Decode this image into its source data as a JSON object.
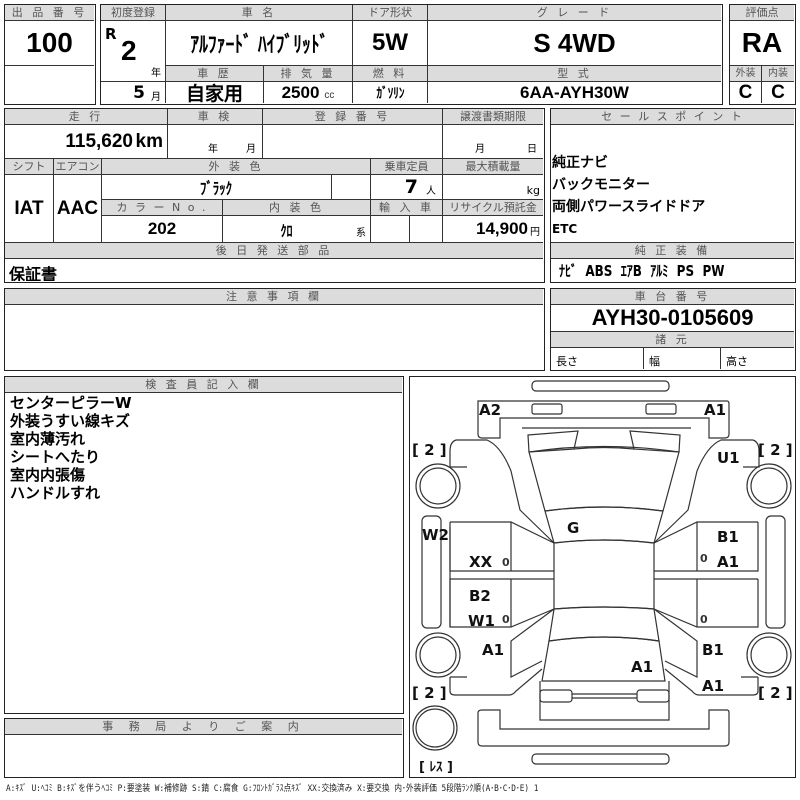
{
  "lot": {
    "label": "出 品 番 号",
    "value": "100"
  },
  "registration": {
    "label": "初度登録",
    "era": "R",
    "year": "2",
    "year_unit": "年",
    "month": "5",
    "month_unit": "月"
  },
  "car_name": {
    "label": "車 名",
    "value": "ｱﾙﾌｧｰﾄﾞ ﾊｲﾌﾞﾘｯﾄﾞ"
  },
  "door": {
    "label": "ドア形状",
    "value": "5W"
  },
  "grade": {
    "label": "グ レ ー ド",
    "value": "S 4WD"
  },
  "score": {
    "label": "評価点",
    "value": "RA",
    "exterior_label": "外装",
    "interior_label": "内装",
    "exterior": "C",
    "interior": "C"
  },
  "history": {
    "label": "車 歴",
    "value": "自家用"
  },
  "displacement": {
    "label": "排 気 量",
    "value": "2500",
    "unit": "cc"
  },
  "fuel": {
    "label": "燃 料",
    "value": "ｶﾞｿﾘﾝ"
  },
  "model": {
    "label": "型 式",
    "value": "6AA-AYH30W"
  },
  "mileage": {
    "label": "走 行",
    "value": "115,620",
    "unit": "km"
  },
  "inspection": {
    "label": "車 検",
    "year_unit": "年",
    "month_unit": "月"
  },
  "plate": {
    "label": "登 録 番 号",
    "value": ""
  },
  "transfer_deadline": {
    "label": "譲渡書類期限",
    "month_unit": "月",
    "day_unit": "日"
  },
  "shift": {
    "label": "シフト",
    "value": "IAT"
  },
  "aircon": {
    "label": "エアコン",
    "value": "AAC"
  },
  "exterior_color": {
    "label": "外 装 色",
    "value": "ﾌﾞﾗｯｸ"
  },
  "capacity": {
    "label": "乗車定員",
    "value": "7",
    "unit": "人"
  },
  "max_load": {
    "label": "最大積載量",
    "unit": "kg"
  },
  "color_no": {
    "label": "カ ラ ー N o .",
    "value": "202"
  },
  "interior_color": {
    "label": "内 装 色",
    "value": "ｸﾛ",
    "unit": "系"
  },
  "import": {
    "label": "輸 入 車"
  },
  "recycle": {
    "label": "リサイクル預託金",
    "value": "14,900",
    "unit": "円"
  },
  "later_parts": {
    "label": "後 日 発 送 部 品",
    "value": "保証書"
  },
  "sales_points": {
    "label": "セ ー ル ス ポ イ ン ト",
    "items": [
      "純正ナビ",
      "バックモニター",
      "両側パワースライドドア",
      "ETC"
    ]
  },
  "equipment": {
    "label": "純 正 装 備",
    "value": "ﾅﾋﾞ  ABS  ｴｱB  ｱﾙﾐ  PS  PW"
  },
  "caution": {
    "label": "注 意 事 項 欄",
    "value": ""
  },
  "chassis": {
    "label": "車 台 番 号",
    "value": "AYH30-0105609"
  },
  "specs": {
    "label": "諸 元",
    "length": "長さ",
    "width": "幅",
    "height": "高さ"
  },
  "inspector": {
    "label": "検 査 員 記 入 欄",
    "notes": [
      "センターピラーW",
      "外装うすい線キズ",
      "室内薄汚れ",
      "シートへたり",
      "室内内張傷",
      "ハンドルすれ"
    ]
  },
  "office": {
    "label": "事 務 局 よ り ご 案 内",
    "value": ""
  },
  "diagram": {
    "marks": {
      "front_left": "A2",
      "front_right": "A1",
      "right_front_fender": "U1",
      "left_rear_side": "W2",
      "windshield": "G",
      "left_front_door": "XX",
      "left_rear_door_1": "B2",
      "left_rear_door_2": "W1",
      "right_front_door_1": "B1",
      "right_front_door_2": "A1",
      "left_quarter": "A1",
      "right_quarter_1": "B1",
      "right_quarter_2": "A1",
      "rear_gate": "A1",
      "door_zero": "0"
    },
    "tire_tread": "[ 2 ]",
    "spare": "[ ﾚｽ ]"
  },
  "legend": "A:ｷｽﾞ U:ﾍｺﾐ B:ｷｽﾞを伴うﾍｺﾐ P:要塗装 W:補修跡 S:錆 C:腐食 G:ﾌﾛﾝﾄｶﾞﾗｽ点ｷｽﾞ XX:交換済み X:要交換  内･外装評価  5段階ﾗﾝｸ順(A･B･C･D･E) 1"
}
